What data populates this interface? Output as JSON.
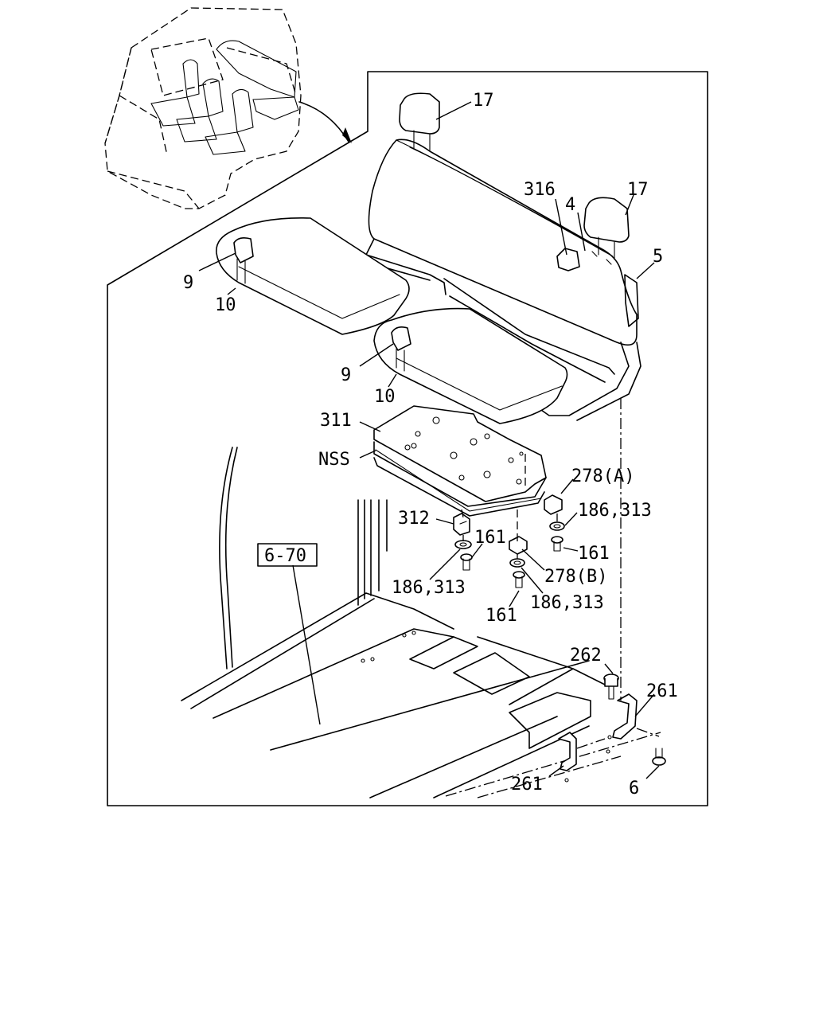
{
  "callouts": [
    {
      "id": "headrest-left",
      "label": "17"
    },
    {
      "id": "headrest-right",
      "label": "17"
    },
    {
      "id": "clip-316",
      "label": "316"
    },
    {
      "id": "part-4",
      "label": "4"
    },
    {
      "id": "part-5",
      "label": "5"
    },
    {
      "id": "cover-9-left",
      "label": "9"
    },
    {
      "id": "strap-10-left",
      "label": "10"
    },
    {
      "id": "cover-9-right",
      "label": "9"
    },
    {
      "id": "strap-10-right",
      "label": "10"
    },
    {
      "id": "base-311",
      "label": "311"
    },
    {
      "id": "nss",
      "label": "NSS"
    },
    {
      "id": "bracket-278a",
      "label": "278(A)"
    },
    {
      "id": "washer-186-313-a",
      "label": "186,313"
    },
    {
      "id": "bolt-161-a",
      "label": "161"
    },
    {
      "id": "clip-312",
      "label": "312"
    },
    {
      "id": "bolt-161-b",
      "label": "161"
    },
    {
      "id": "bracket-278b",
      "label": "278(B)"
    },
    {
      "id": "washer-186-313-b",
      "label": "186,313"
    },
    {
      "id": "washer-186-313-c",
      "label": "186,313"
    },
    {
      "id": "bolt-161-c",
      "label": "161"
    },
    {
      "id": "bolt-262",
      "label": "262"
    },
    {
      "id": "bracket-261-right",
      "label": "261"
    },
    {
      "id": "bracket-261-left",
      "label": "261"
    },
    {
      "id": "bolt-6",
      "label": "6"
    }
  ],
  "reference_box": {
    "label": "6-70"
  }
}
